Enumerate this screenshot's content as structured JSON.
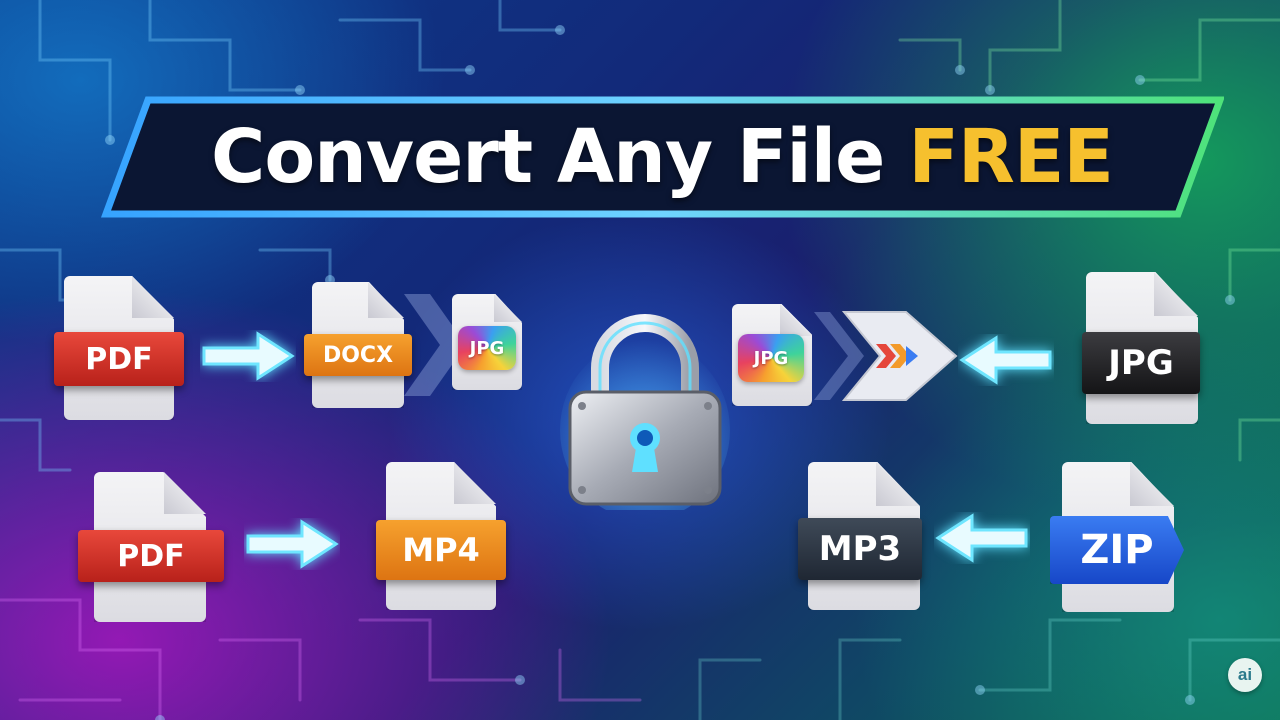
{
  "title": {
    "main": "Convert Any File",
    "highlight": "FREE"
  },
  "files": {
    "pdf_top": "PDF",
    "docx": "DOCX",
    "jpg_small_left": "JPG",
    "pdf_bottom": "PDF",
    "mp4": "MP4",
    "jpg_small_right": "JPG",
    "jpg_right": "JPG",
    "mp3": "MP3",
    "zip": "ZIP"
  },
  "icons": {
    "center": "padlock-icon",
    "arrows": "arrow-right-icon / arrow-left-icon",
    "chevrons": "chevron-right-icon"
  },
  "badge": "ai",
  "colors": {
    "highlight": "#f6c02e",
    "pdf": "#d2322a",
    "docx_mp4": "#f08a1e",
    "zip": "#2a62de",
    "glow": "#5fe0ff"
  }
}
